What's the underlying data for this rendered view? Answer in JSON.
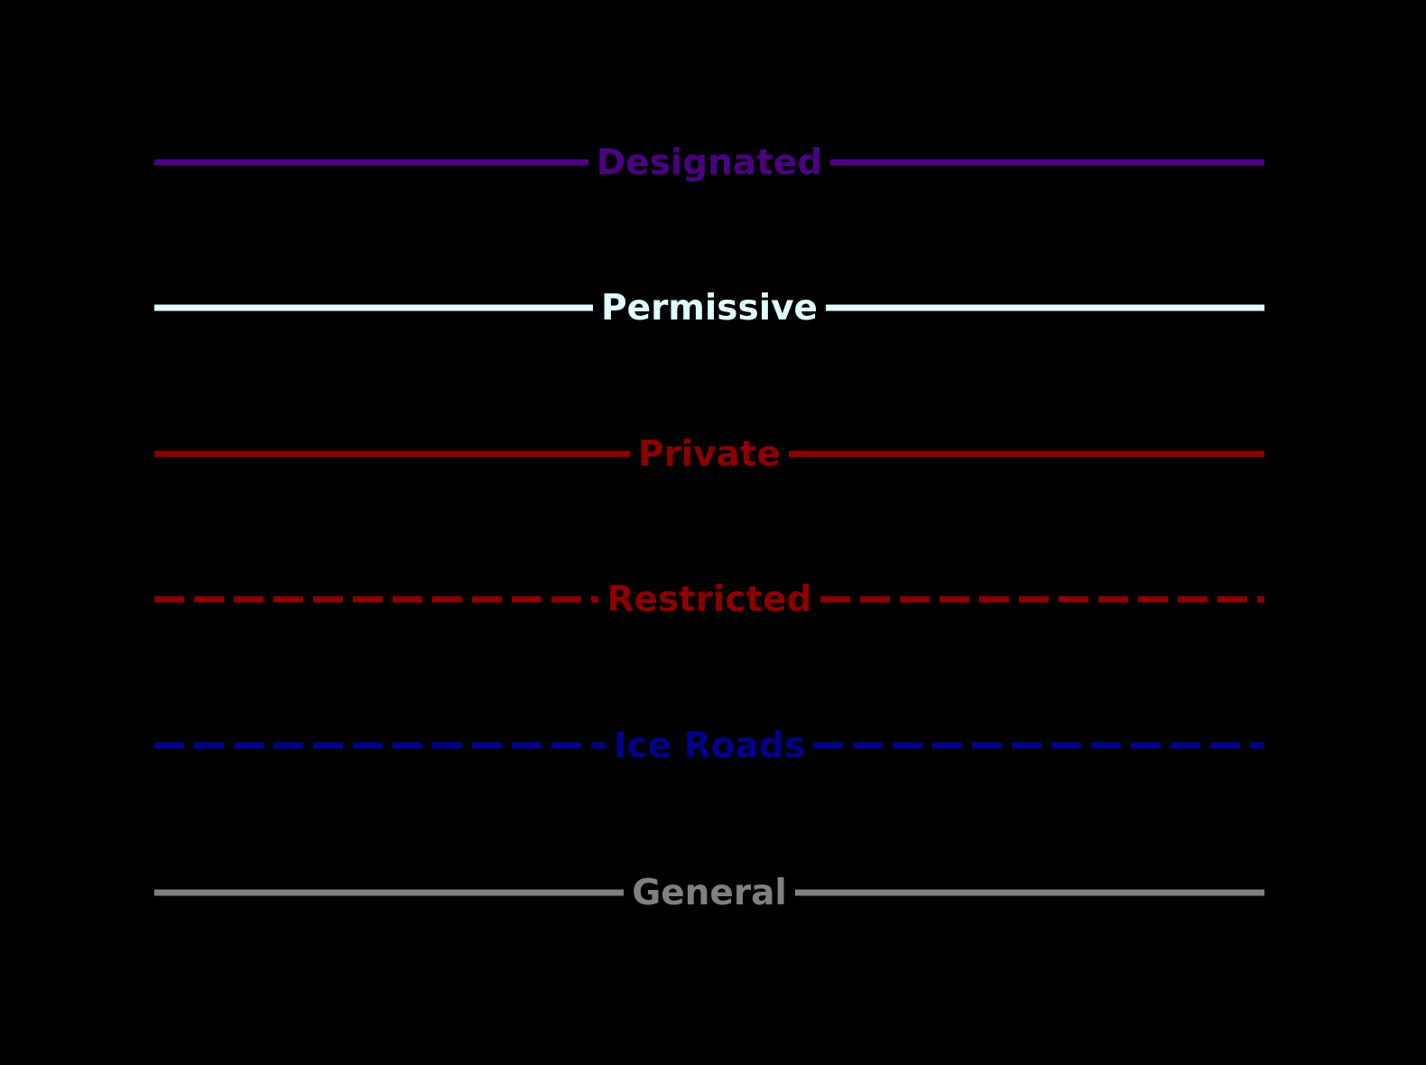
{
  "legend": {
    "background_color": "#000000",
    "entries": [
      {
        "label": "Designated",
        "color": "#4B0082",
        "style": "solid",
        "line_width": 7,
        "dash_pattern": null
      },
      {
        "label": "Permissive",
        "color": "#E0FFFF",
        "style": "solid",
        "line_width": 7,
        "dash_pattern": null
      },
      {
        "label": "Private",
        "color": "#8B0000",
        "style": "solid",
        "line_width": 7,
        "dash_pattern": null
      },
      {
        "label": "Restricted",
        "color": "#8B0000",
        "style": "dashed",
        "line_width": 7,
        "dash_pattern": "33 11"
      },
      {
        "label": "Ice Roads",
        "color": "#00008B",
        "style": "dashed",
        "line_width": 7,
        "dash_pattern": "33 11"
      },
      {
        "label": "General",
        "color": "#808080",
        "style": "solid",
        "line_width": 7,
        "dash_pattern": null
      }
    ]
  },
  "chart_data": {
    "type": "table",
    "title": "",
    "xlabel": "",
    "ylabel": "",
    "categories": [
      "Designated",
      "Permissive",
      "Private",
      "Restricted",
      "Ice Roads",
      "General"
    ],
    "series": [
      {
        "name": "line_color",
        "values": [
          "#4B0082",
          "#E0FFFF",
          "#8B0000",
          "#8B0000",
          "#00008B",
          "#808080"
        ]
      },
      {
        "name": "line_style",
        "values": [
          "solid",
          "solid",
          "solid",
          "dashed",
          "dashed",
          "solid"
        ]
      },
      {
        "name": "line_width_px",
        "values": [
          7,
          7,
          7,
          7,
          7,
          7
        ]
      }
    ],
    "legend_position": "center",
    "grid": false
  }
}
